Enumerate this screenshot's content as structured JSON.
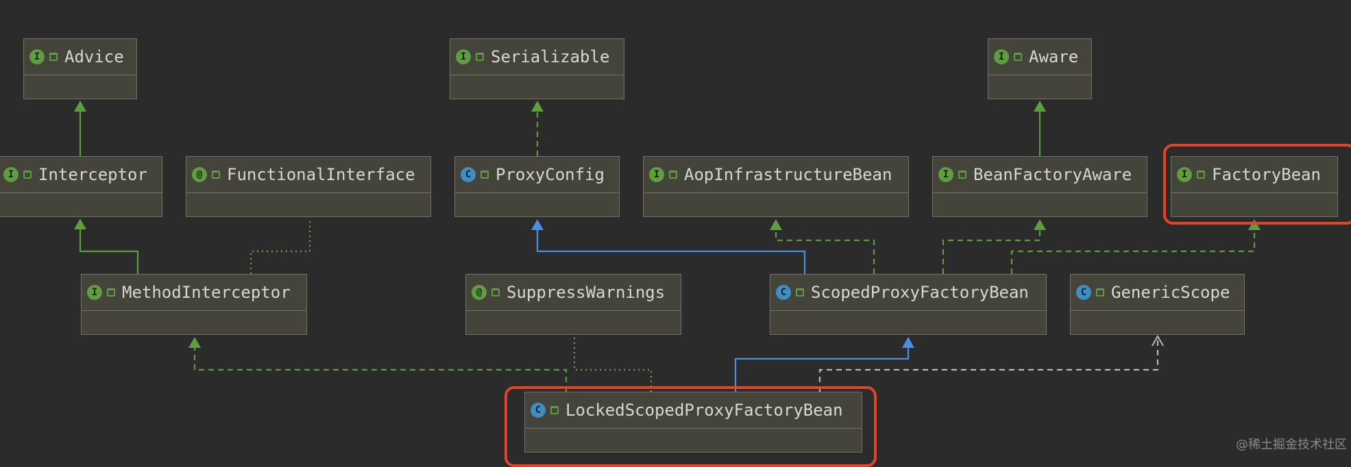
{
  "nodes": [
    {
      "id": "advice",
      "name": "Advice",
      "kind": "interface",
      "badge": "I"
    },
    {
      "id": "serializable",
      "name": "Serializable",
      "kind": "interface",
      "badge": "I"
    },
    {
      "id": "aware",
      "name": "Aware",
      "kind": "interface",
      "badge": "I"
    },
    {
      "id": "interceptor",
      "name": "Interceptor",
      "kind": "interface",
      "badge": "I"
    },
    {
      "id": "functional-interface",
      "name": "FunctionalInterface",
      "kind": "annotation",
      "badge": "@"
    },
    {
      "id": "proxy-config",
      "name": "ProxyConfig",
      "kind": "class",
      "badge": "C"
    },
    {
      "id": "aop-infrastructure-bean",
      "name": "AopInfrastructureBean",
      "kind": "interface",
      "badge": "I"
    },
    {
      "id": "bean-factory-aware",
      "name": "BeanFactoryAware",
      "kind": "interface",
      "badge": "I"
    },
    {
      "id": "factory-bean",
      "name": "FactoryBean",
      "kind": "interface",
      "badge": "I"
    },
    {
      "id": "method-interceptor",
      "name": "MethodInterceptor",
      "kind": "interface",
      "badge": "I"
    },
    {
      "id": "suppress-warnings",
      "name": "SuppressWarnings",
      "kind": "annotation",
      "badge": "@"
    },
    {
      "id": "scoped-proxy-factory-bean",
      "name": "ScopedProxyFactoryBean",
      "kind": "class",
      "badge": "C"
    },
    {
      "id": "generic-scope",
      "name": "GenericScope",
      "kind": "class",
      "badge": "C"
    },
    {
      "id": "locked-scoped-proxy-factory-bean",
      "name": "LockedScopedProxyFactoryBean",
      "kind": "class",
      "badge": "C"
    }
  ],
  "highlighted": [
    "factory-bean",
    "locked-scoped-proxy-factory-bean"
  ],
  "colors": {
    "background": "#2b2b2b",
    "node_fill": "#45443a",
    "node_border": "#72726a",
    "extends_interface": "#5f9e3e",
    "extends_class": "#4b8fe0",
    "annotation_link": "#8a9a4a",
    "dependency": "#b8b8b8",
    "highlight": "#e0452a"
  },
  "watermark": "@稀土掘金技术社区"
}
